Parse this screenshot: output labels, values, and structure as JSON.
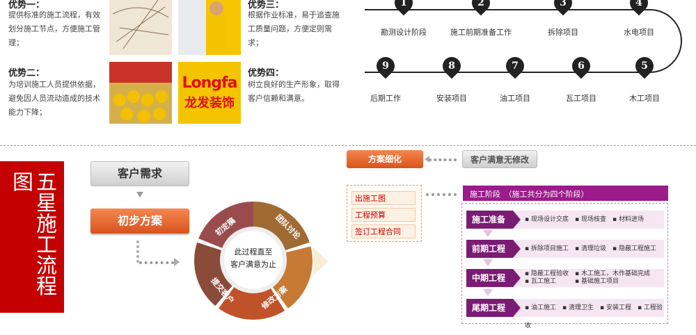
{
  "advantages": [
    {
      "title": "优势一：",
      "text": "提供标准的施工流程，有效划分施工节点，方便施工管理；"
    },
    {
      "title": "优势二：",
      "text": "为培训施工人员提供依据，避免因人员流动造成的技术能力下降；"
    },
    {
      "title": "优势三：",
      "text": "根据作业标准，易于追查施工质量问题，方便定则需求；"
    },
    {
      "title": "优势四：",
      "text": "树立良好的生产形象，取得客户信赖和满意。"
    }
  ],
  "logo": {
    "line1": "Longfa",
    "line2": "龙发装饰"
  },
  "steps": [
    {
      "num": "1",
      "label": "勘测设计阶段"
    },
    {
      "num": "2",
      "label": "施工前期准备工作"
    },
    {
      "num": "3",
      "label": "拆除项目"
    },
    {
      "num": "4",
      "label": "水电项目"
    },
    {
      "num": "5",
      "label": "木工项目"
    },
    {
      "num": "6",
      "label": "瓦工项目"
    },
    {
      "num": "7",
      "label": "油工项目"
    },
    {
      "num": "8",
      "label": "安装项目"
    },
    {
      "num": "9",
      "label": "后期工作"
    }
  ],
  "flow": {
    "title": "五星施工流程图",
    "customer_need": "客户需求",
    "initial_plan": "初步方案",
    "ring_center": [
      "此过程直至",
      "客户满意为止"
    ],
    "ring_labels": [
      "初定稿",
      "团队讨论",
      "修改方案",
      "提交客户"
    ],
    "refine": "方案细化",
    "satisfied": "客户满意无修改",
    "docs": [
      "出施工图",
      "工程预算",
      "签订工程合同"
    ],
    "phase_header": "施工阶段　（施工共分为四个阶段）",
    "phases": [
      {
        "name": "施工准备",
        "items": [
          "现场设计交底",
          "现场核查",
          "材料进场"
        ]
      },
      {
        "name": "前期工程",
        "items": [
          "拆除项目施工",
          "清理垃圾",
          "隐蔽工程施工"
        ]
      },
      {
        "name": "中期工程",
        "items": [
          "隐蔽工程验收",
          "木工施工，木作基础完成",
          "瓦工施工",
          "基础施工项目"
        ]
      },
      {
        "name": "尾期工程",
        "items": [
          "油工施工",
          "清理卫生",
          "安装工程",
          "工程验收"
        ]
      }
    ]
  }
}
